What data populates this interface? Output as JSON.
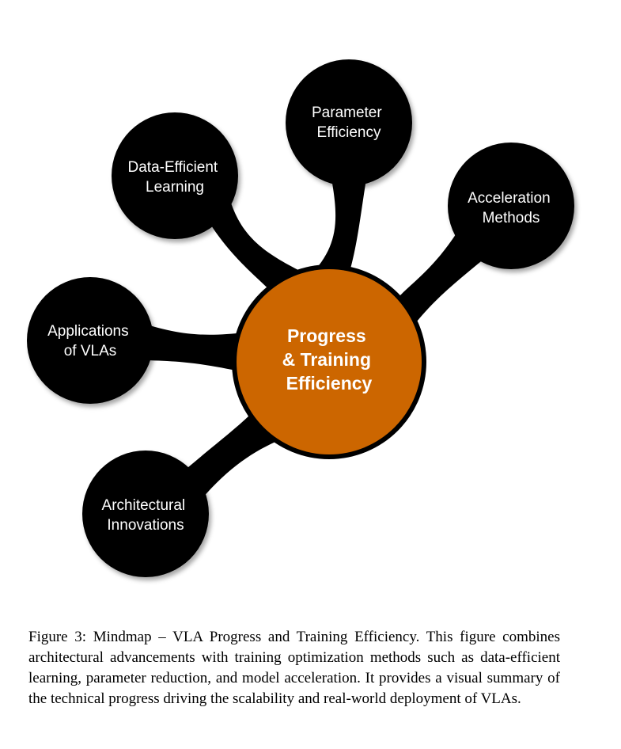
{
  "colors": {
    "center_fill": "#cc6600",
    "node_fill": "#000000",
    "text": "#ffffff"
  },
  "mindmap": {
    "center": {
      "lines": [
        "Progress",
        "& Training",
        "Efficiency"
      ]
    },
    "nodes": [
      {
        "id": "parameter-efficiency",
        "lines": [
          "Parameter",
          "Efficiency"
        ]
      },
      {
        "id": "data-efficient-learning",
        "lines": [
          "Data-Efficient",
          "Learning"
        ]
      },
      {
        "id": "acceleration-methods",
        "lines": [
          "Acceleration",
          "Methods"
        ]
      },
      {
        "id": "applications-of-vlas",
        "lines": [
          "Applications",
          "of VLAs"
        ]
      },
      {
        "id": "architectural-innovations",
        "lines": [
          "Architectural",
          "Innovations"
        ]
      }
    ]
  },
  "caption": {
    "text": "Figure 3: Mindmap – VLA Progress and Training Efficiency. This figure combines architectural advancements with training optimization methods such as data-efficient learning, parameter reduction, and model acceleration. It provides a visual summary of the technical progress driving the scalability and real-world deployment of VLAs."
  }
}
